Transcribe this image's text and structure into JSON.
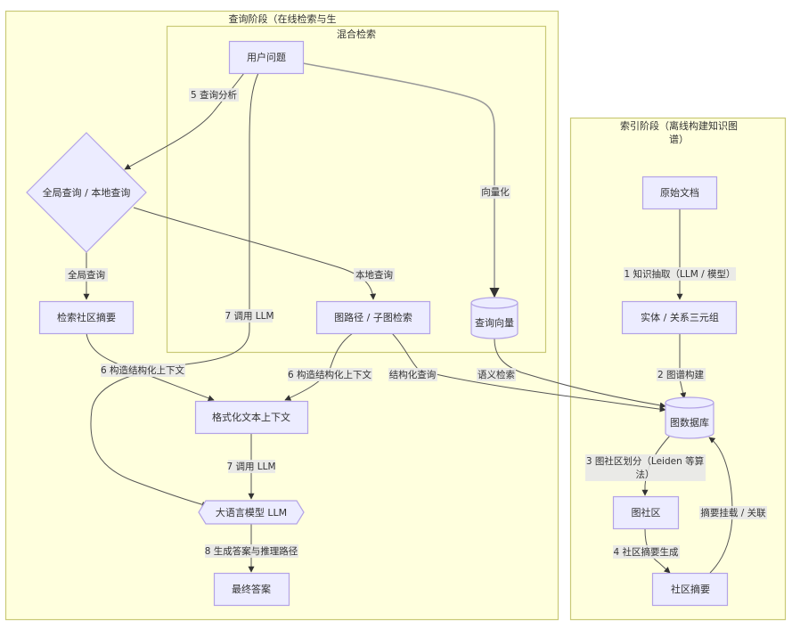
{
  "clusters": {
    "query_stage": {
      "title": "查询阶段（在线检索与生"
    },
    "hybrid_retrieval": {
      "title": "混合检索"
    },
    "index_stage": {
      "title_line1": "索引阶段（离线构建知识图",
      "title_line2": "谱）"
    }
  },
  "nodes": {
    "user_question": "用户问题",
    "global_local": "全局查询 / 本地查询",
    "community_search": "检索社区摘要",
    "graph_path": "图路径 / 子图检索",
    "query_vector": "查询向量",
    "format_context": "格式化文本上下文",
    "llm": "大语言模型 LLM",
    "final_answer": "最终答案",
    "raw_docs": "原始文档",
    "entity_triples": "实体 / 关系三元组",
    "graph_db": "图数据库",
    "graph_community": "图社区",
    "community_summary": "社区摘要"
  },
  "edges": {
    "query_analysis": "5 查询分析",
    "global_query": "全局查询",
    "local_query": "本地查询",
    "vectorize": "向量化",
    "call_llm_a": "7 调用 LLM",
    "build_context_a": "6 构造结构化上下文",
    "build_context_b": "6 构造结构化上下文",
    "structured_query": "结构化查询",
    "semantic_search": "语义检索",
    "call_llm_b": "7 调用 LLM",
    "generate_answer": "8 生成答案与推理路径",
    "knowledge_extract": "1 知识抽取（LLM / 模型）",
    "graph_build": "2 图谱构建",
    "community_partition_line1": "3 图社区划分（Leiden 等算",
    "community_partition_line2": "法）",
    "summary_generate": "4 社区摘要生成",
    "summary_attach": "摘要挂载 / 关联"
  }
}
